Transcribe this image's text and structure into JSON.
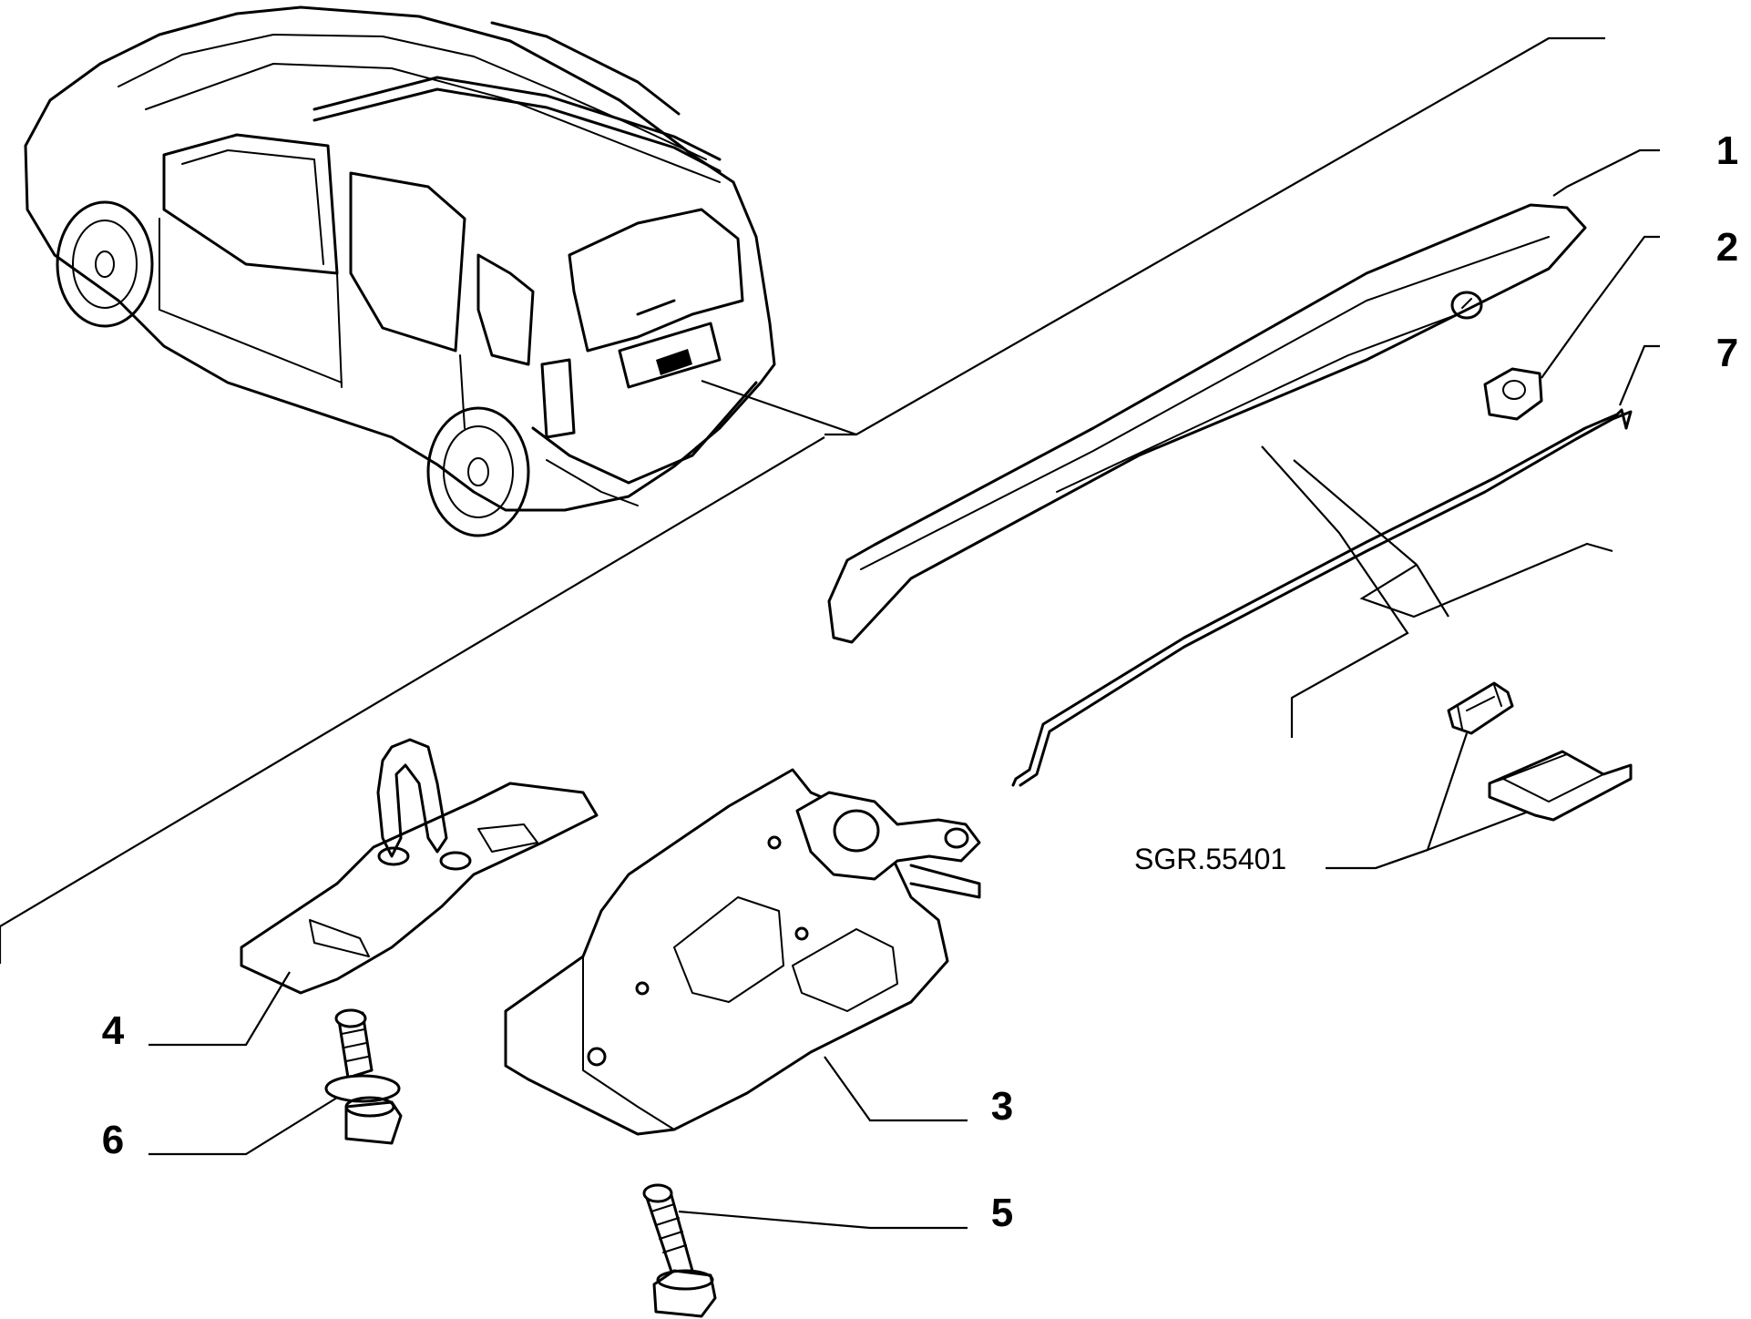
{
  "callouts": {
    "c1": "1",
    "c2": "2",
    "c3": "3",
    "c4": "4",
    "c5": "5",
    "c6": "6",
    "c7": "7"
  },
  "reference_code": "SGR.55401"
}
